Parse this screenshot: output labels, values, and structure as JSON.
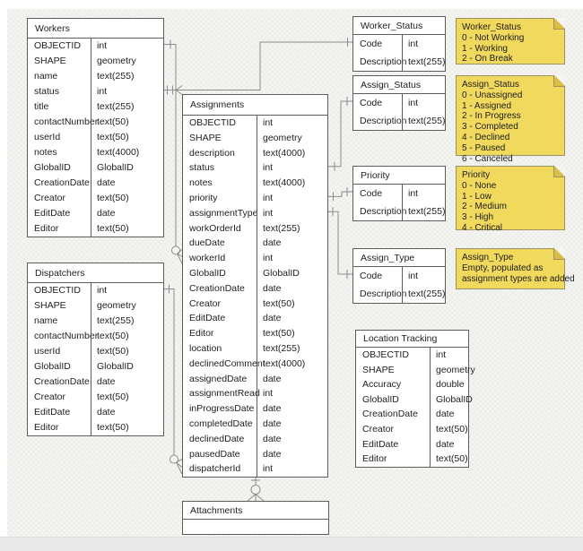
{
  "diagram": {
    "tables": [
      {
        "id": "workers",
        "title": "Workers",
        "fields": [
          {
            "name": "OBJECTID",
            "type": "int"
          },
          {
            "name": "SHAPE",
            "type": "geometry"
          },
          {
            "name": "name",
            "type": "text(255)"
          },
          {
            "name": "status",
            "type": "int"
          },
          {
            "name": "title",
            "type": "text(255)"
          },
          {
            "name": "contactNumber",
            "type": "text(50)"
          },
          {
            "name": "userId",
            "type": "text(50)"
          },
          {
            "name": "notes",
            "type": "text(4000)"
          },
          {
            "name": "GlobalID",
            "type": "GlobalID"
          },
          {
            "name": "CreationDate",
            "type": "date"
          },
          {
            "name": "Creator",
            "type": "text(50)"
          },
          {
            "name": "EditDate",
            "type": "date"
          },
          {
            "name": "Editor",
            "type": "text(50)"
          }
        ]
      },
      {
        "id": "dispatchers",
        "title": "Dispatchers",
        "fields": [
          {
            "name": "OBJECTID",
            "type": "int"
          },
          {
            "name": "SHAPE",
            "type": "geometry"
          },
          {
            "name": "name",
            "type": "text(255)"
          },
          {
            "name": "contactNumber",
            "type": "text(50)"
          },
          {
            "name": "userId",
            "type": "text(50)"
          },
          {
            "name": "GlobalID",
            "type": "GlobalID"
          },
          {
            "name": "CreationDate",
            "type": "date"
          },
          {
            "name": "Creator",
            "type": "text(50)"
          },
          {
            "name": "EditDate",
            "type": "date"
          },
          {
            "name": "Editor",
            "type": "text(50)"
          }
        ]
      },
      {
        "id": "assignments",
        "title": "Assignments",
        "fields": [
          {
            "name": "OBJECTID",
            "type": "int"
          },
          {
            "name": "SHAPE",
            "type": "geometry"
          },
          {
            "name": "description",
            "type": "text(4000)"
          },
          {
            "name": "status",
            "type": "int"
          },
          {
            "name": "notes",
            "type": "text(4000)"
          },
          {
            "name": "priority",
            "type": "int"
          },
          {
            "name": "assignmentType",
            "type": "int"
          },
          {
            "name": "workOrderId",
            "type": "text(255)"
          },
          {
            "name": "dueDate",
            "type": "date"
          },
          {
            "name": "workerId",
            "type": "int"
          },
          {
            "name": "GlobalID",
            "type": "GlobalID"
          },
          {
            "name": "CreationDate",
            "type": "date"
          },
          {
            "name": "Creator",
            "type": "text(50)"
          },
          {
            "name": "EditDate",
            "type": "date"
          },
          {
            "name": "Editor",
            "type": "text(50)"
          },
          {
            "name": "location",
            "type": "text(255)"
          },
          {
            "name": "declinedComment",
            "type": "text(4000)"
          },
          {
            "name": "assignedDate",
            "type": "date"
          },
          {
            "name": "assignmentRead",
            "type": "int"
          },
          {
            "name": "inProgressDate",
            "type": "date"
          },
          {
            "name": "completedDate",
            "type": "date"
          },
          {
            "name": "declinedDate",
            "type": "date"
          },
          {
            "name": "pausedDate",
            "type": "date"
          },
          {
            "name": "dispatcherId",
            "type": "int"
          }
        ]
      },
      {
        "id": "worker_status",
        "title": "Worker_Status",
        "fields": [
          {
            "name": "Code",
            "type": "int"
          },
          {
            "name": "Description",
            "type": "text(255)"
          }
        ]
      },
      {
        "id": "assign_status",
        "title": "Assign_Status",
        "fields": [
          {
            "name": "Code",
            "type": "int"
          },
          {
            "name": "Description",
            "type": "text(255)"
          }
        ]
      },
      {
        "id": "priority",
        "title": "Priority",
        "fields": [
          {
            "name": "Code",
            "type": "int"
          },
          {
            "name": "Description",
            "type": "text(255)"
          }
        ]
      },
      {
        "id": "assign_type",
        "title": "Assign_Type",
        "fields": [
          {
            "name": "Code",
            "type": "int"
          },
          {
            "name": "Description",
            "type": "text(255)"
          }
        ]
      },
      {
        "id": "location_tracking",
        "title": "Location Tracking",
        "fields": [
          {
            "name": "OBJECTID",
            "type": "int"
          },
          {
            "name": "SHAPE",
            "type": "geometry"
          },
          {
            "name": "Accuracy",
            "type": "double"
          },
          {
            "name": "GlobalID",
            "type": "GlobalID"
          },
          {
            "name": "CreationDate",
            "type": "date"
          },
          {
            "name": "Creator",
            "type": "text(50)"
          },
          {
            "name": "EditDate",
            "type": "date"
          },
          {
            "name": "Editor",
            "type": "text(50)"
          }
        ]
      },
      {
        "id": "attachments",
        "title": "Attachments",
        "fields": []
      }
    ],
    "notes": [
      {
        "id": "note-worker-status",
        "lines": [
          "Worker_Status",
          "0 - Not Working",
          "1 - Working",
          "2 - On Break"
        ]
      },
      {
        "id": "note-assign-status",
        "lines": [
          "Assign_Status",
          "0 - Unassigned",
          "1 - Assigned",
          "2 - In Progress",
          "3 - Completed",
          "4 - Declined",
          "5 - Paused",
          "6 - Canceled"
        ]
      },
      {
        "id": "note-priority",
        "lines": [
          "Priority",
          "0 - None",
          "1 - Low",
          "2 - Medium",
          "3 - High",
          "4 - Critical"
        ]
      },
      {
        "id": "note-assign-type",
        "lines": [
          "Assign_Type",
          "Empty, populated as",
          "assignment types are added"
        ]
      }
    ],
    "colors": {
      "note_fill": "#f0d95c",
      "note_fold": "#d8bd49",
      "note_border": "#9c9160",
      "table_border": "#5c5c5c",
      "edge_line": "#8c8c8c",
      "canvas_bg": "#f4f4f1"
    }
  }
}
